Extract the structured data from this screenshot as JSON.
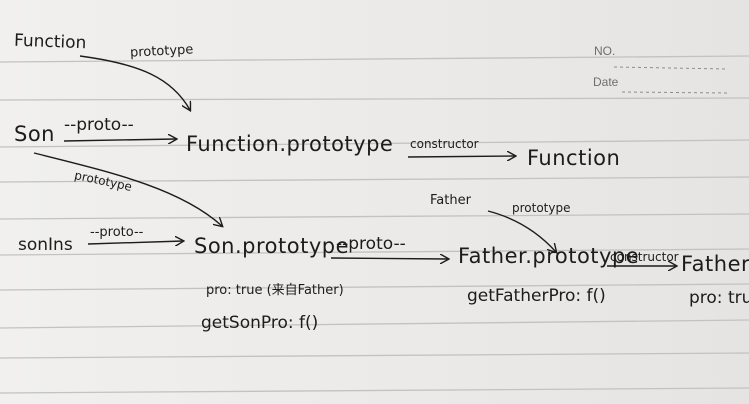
{
  "header": {
    "no_label": "NO.",
    "date_label": "Date"
  },
  "nodes": {
    "function_top": "Function",
    "son": "Son",
    "function_prototype": "Function.prototype",
    "function_right": "Function",
    "father_mid": "Father",
    "son_ins": "sonIns",
    "son_prototype": "Son.prototype",
    "father_prototype": "Father.prototype",
    "father_right": "Father"
  },
  "edges": {
    "prototype_top": "prototype",
    "proto_son_to_fp": "--proto--",
    "constructor_fp": "constructor",
    "prototype_son": "prototype",
    "father_prototype_label": "prototype",
    "proto_ins": "--proto--",
    "proto_sonproto": "--proto--",
    "constructor_father": "constructor"
  },
  "notes": {
    "pro_true_son": "pro: true (来自Father)",
    "get_son_pro": "getSonPro: f()",
    "get_father_pro": "getFatherPro: f()",
    "pro_true_father": "pro: true"
  }
}
